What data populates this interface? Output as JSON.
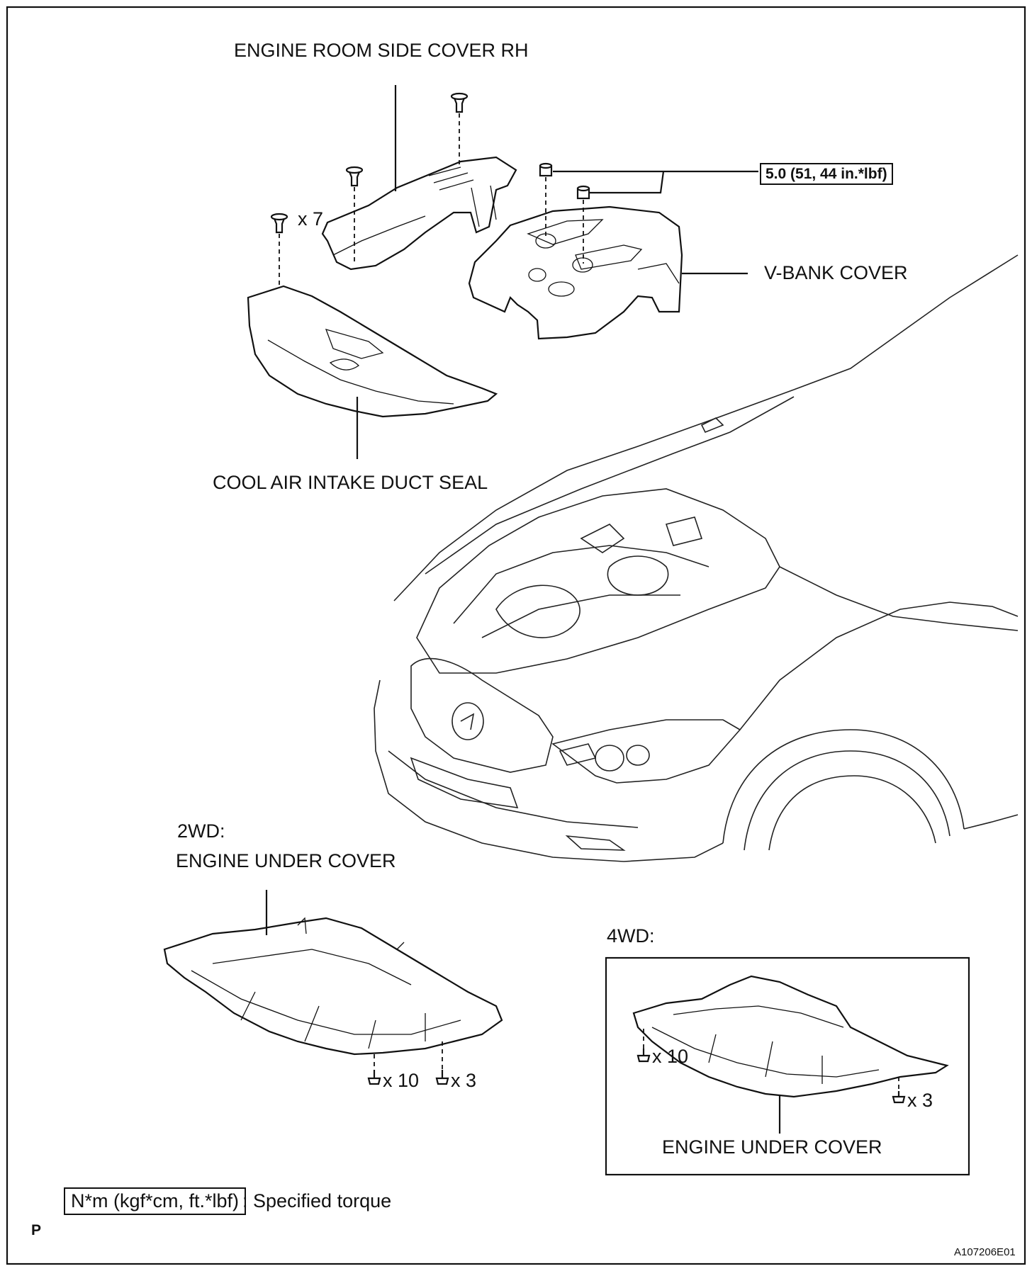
{
  "labels": {
    "side_cover": "ENGINE ROOM SIDE COVER RH",
    "vbank_cover": "V-BANK COVER",
    "intake_seal": "COOL AIR INTAKE DUCT SEAL",
    "torque_value": "5.0 (51, 44 in.*lbf)",
    "clip_count_7": "x 7",
    "drive_2wd": "2WD:",
    "under_cover_2wd": "ENGINE UNDER COVER",
    "bolt_count_10_2wd": "x 10",
    "bolt_count_3_2wd": "x 3",
    "drive_4wd": "4WD:",
    "bolt_count_10_4wd": "x 10",
    "bolt_count_3_4wd": "x 3",
    "under_cover_4wd": "ENGINE UNDER COVER",
    "legend_unit": "N*m (kgf*cm, ft.*lbf)",
    "legend_text": ": Specified torque",
    "page_marker": "P",
    "figure_id": "A107206E01"
  },
  "icons": {
    "clip": "push-clip-icon",
    "nut": "nut-icon",
    "bolt": "bolt-icon"
  },
  "colors": {
    "line": "#111111",
    "background": "#ffffff"
  }
}
